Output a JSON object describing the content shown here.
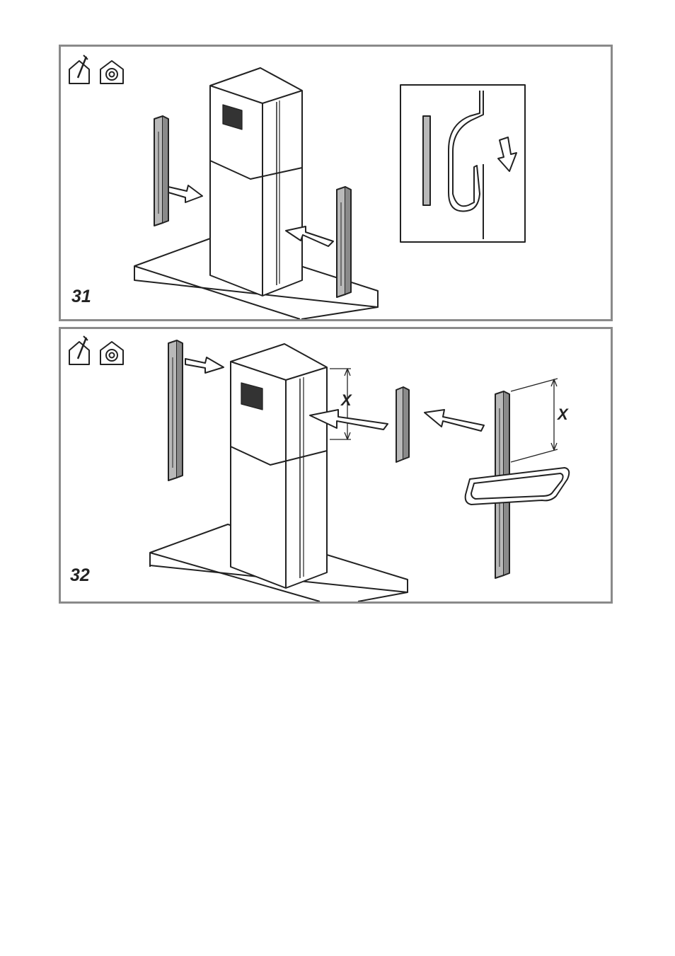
{
  "figures": [
    {
      "number": "31",
      "icons": [
        "house-install-icon",
        "house-service-icon"
      ]
    },
    {
      "number": "32",
      "icons": [
        "house-install-icon",
        "house-service-icon"
      ],
      "dimension_label_left": "X",
      "dimension_label_right": "X"
    }
  ],
  "colors": {
    "frame": "#8a8a8a",
    "line": "#222222",
    "metal": "#b9b9b9",
    "metal_dark": "#777777"
  }
}
